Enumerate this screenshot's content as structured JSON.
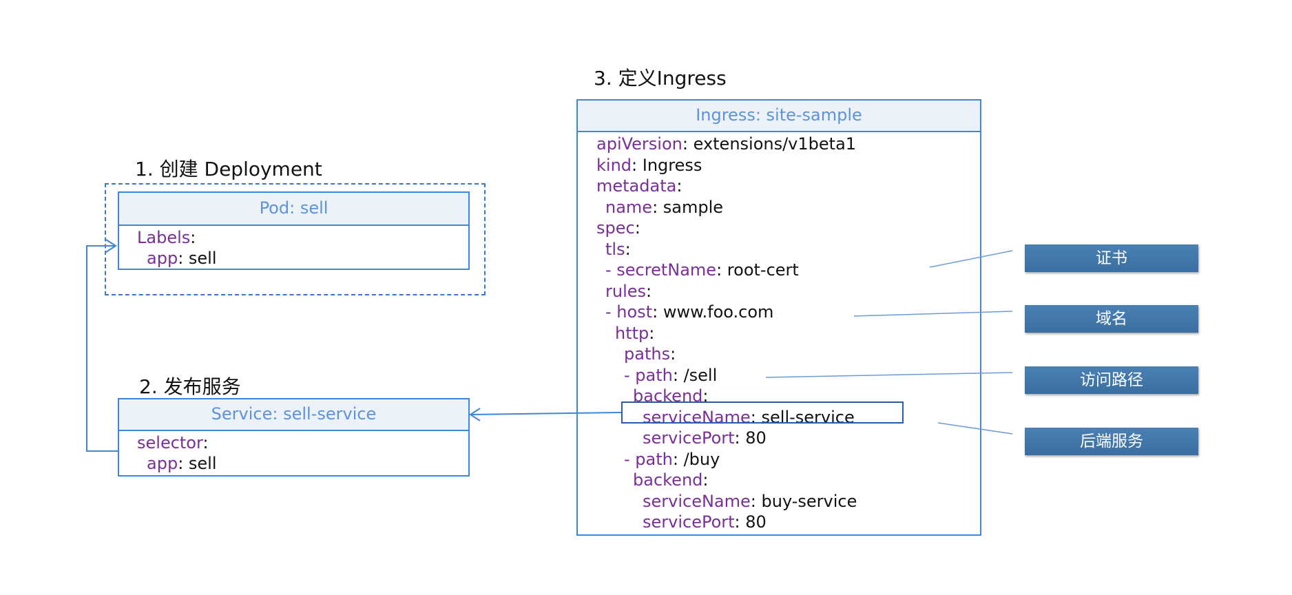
{
  "steps": {
    "deployment": "1. 创建 Deployment",
    "service": "2. 发布服务",
    "ingress": "3. 定义Ingress"
  },
  "pod": {
    "header": "Pod: sell",
    "lines": [
      {
        "key": "Labels",
        "sep": ":",
        "value": ""
      },
      {
        "key": "app",
        "sep": ": ",
        "value": "sell"
      }
    ]
  },
  "service": {
    "header": "Service: sell-service",
    "lines": [
      {
        "key": "selector",
        "sep": ":",
        "value": ""
      },
      {
        "key": "app",
        "sep": ": ",
        "value": "sell"
      }
    ]
  },
  "ingress": {
    "header": "Ingress: site-sample",
    "lines": [
      {
        "key": "apiVersion",
        "sep": ": ",
        "value": "extensions/v1beta1"
      },
      {
        "key": "kind",
        "sep": ": ",
        "value": "Ingress"
      },
      {
        "key": "metadata",
        "sep": ":",
        "value": ""
      },
      {
        "key": "name",
        "sep": ": ",
        "value": "sample"
      },
      {
        "key": "spec",
        "sep": ":",
        "value": ""
      },
      {
        "key": "tls",
        "sep": ":",
        "value": ""
      },
      {
        "key": "- secretName",
        "sep": ": ",
        "value": "root-cert"
      },
      {
        "key": "rules",
        "sep": ":",
        "value": ""
      },
      {
        "key": "- host",
        "sep": ": ",
        "value": "www.foo.com"
      },
      {
        "key": "http",
        "sep": ":",
        "value": ""
      },
      {
        "key": "paths",
        "sep": ":",
        "value": ""
      },
      {
        "key": "- path",
        "sep": ": ",
        "value": "/sell"
      },
      {
        "key": "backend",
        "sep": ":",
        "value": ""
      },
      {
        "key": "serviceName",
        "sep": ": ",
        "value": "sell-service"
      },
      {
        "key": "servicePort",
        "sep": ": ",
        "value": "80"
      },
      {
        "key": "- path",
        "sep": ": ",
        "value": "/buy"
      },
      {
        "key": "backend",
        "sep": ":",
        "value": ""
      },
      {
        "key": "serviceName",
        "sep": ": ",
        "value": "buy-service"
      },
      {
        "key": "servicePort",
        "sep": ": ",
        "value": "80"
      }
    ]
  },
  "annotations": {
    "cert": "证书",
    "domain": "域名",
    "path": "访问路径",
    "backend": "后端服务"
  },
  "colors": {
    "border": "#3c86dd",
    "header_bg": "#edf1f8",
    "header_text": "#5b93dd",
    "key": "#7a2e98",
    "label_bg": "#3e74a8"
  }
}
